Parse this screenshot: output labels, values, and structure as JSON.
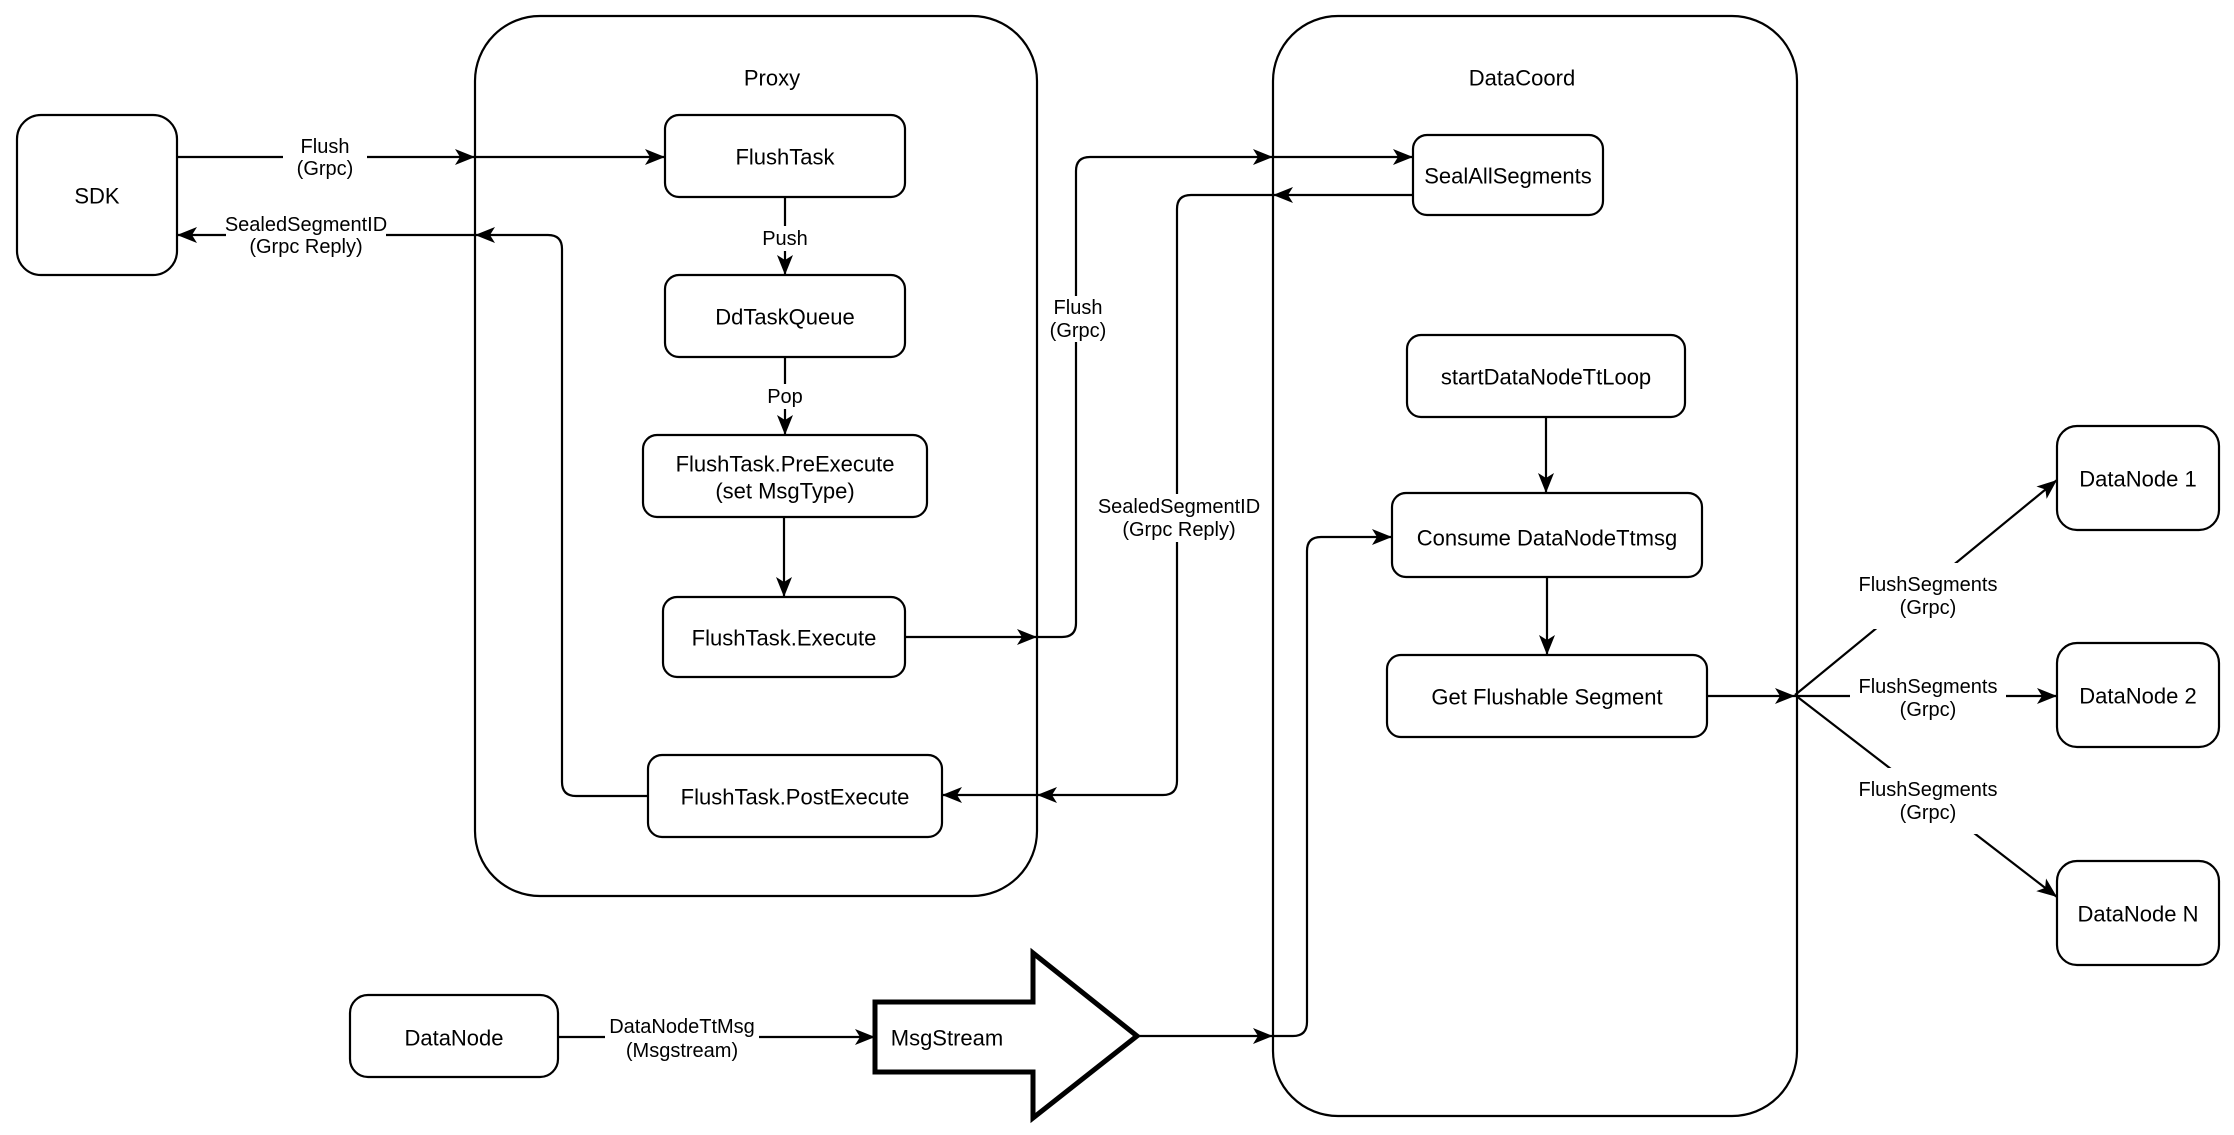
{
  "containers": {
    "proxy": "Proxy",
    "datacoord": "DataCoord"
  },
  "nodes": {
    "sdk": "SDK",
    "flush_task": "FlushTask",
    "dd_task_queue": "DdTaskQueue",
    "pre_execute": {
      "line1": "FlushTask.PreExecute",
      "line2": "(set MsgType)"
    },
    "execute": "FlushTask.Execute",
    "post_execute": "FlushTask.PostExecute",
    "seal_all_segments": "SealAllSegments",
    "start_datanode_tt_loop": "startDataNodeTtLoop",
    "consume_datanode_ttmsg": "Consume DataNodeTtmsg",
    "get_flushable_segment": "Get Flushable Segment",
    "datanode_1": "DataNode 1",
    "datanode_2": "DataNode 2",
    "datanode_n": "DataNode N",
    "datanode": "DataNode",
    "msgstream": "MsgStream"
  },
  "edge_labels": {
    "flush_grpc": {
      "line1": "Flush",
      "line2": "(Grpc)"
    },
    "sealed_segment_id": {
      "line1": "SealedSegmentID",
      "line2": "(Grpc Reply)"
    },
    "push": "Push",
    "pop": "Pop",
    "flush_segments": {
      "line1": "FlushSegments",
      "line2": "(Grpc)"
    },
    "datanode_tt_msg": {
      "line1": "DataNodeTtMsg",
      "line2": "(Msgstream)"
    }
  },
  "colors": {
    "stroke": "#000000",
    "background": "#ffffff"
  }
}
